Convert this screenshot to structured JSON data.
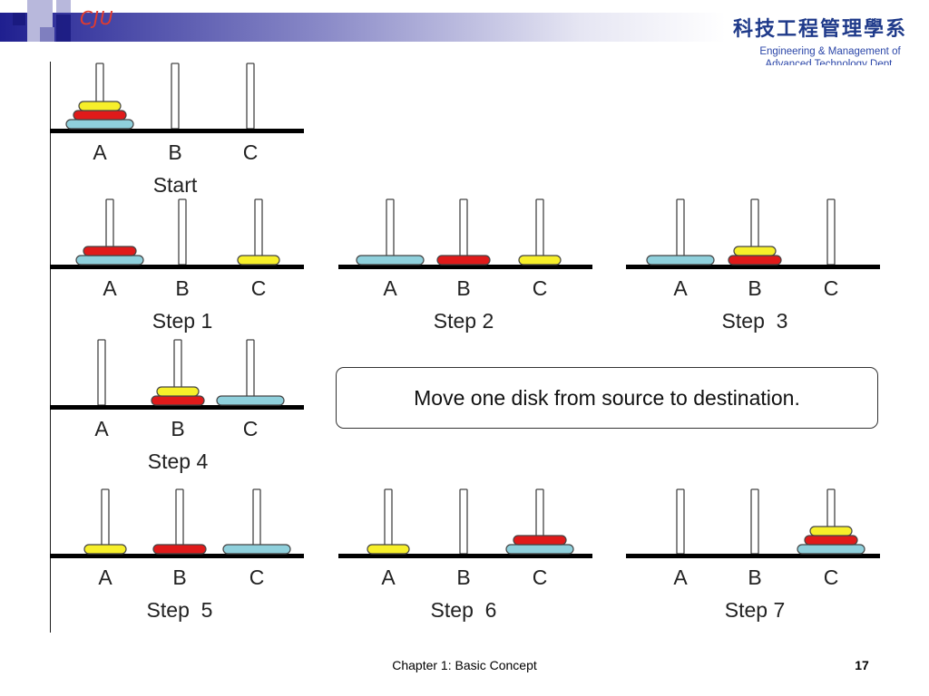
{
  "header": {
    "logo_text": "CJU",
    "dept_cn": "科技工程管理學系",
    "dept_en_line1": "Engineering & Management of",
    "dept_en_line2": "Advanced Technology Dept."
  },
  "callout": "Move one disk from source to destination.",
  "footer": {
    "chapter": "Chapter 1: Basic Concept",
    "page": "17"
  },
  "peg_names": [
    "A",
    "B",
    "C"
  ],
  "colors": {
    "yellow": "#f7ef2a",
    "red": "#e01a1a",
    "blue": "#8fd0dc",
    "outline": "#444444",
    "base": "#000000",
    "peg": "#ffffff"
  },
  "disks": {
    "small": "yellow",
    "medium": "red",
    "large": "blue"
  },
  "panels": [
    {
      "label": "Start",
      "pegs": {
        "A": [
          "large",
          "medium",
          "small"
        ],
        "B": [],
        "C": []
      }
    },
    {
      "label": "Step 1",
      "pegs": {
        "A": [
          "large",
          "medium"
        ],
        "B": [],
        "C": [
          "small"
        ]
      }
    },
    {
      "label": "Step 2",
      "pegs": {
        "A": [
          "large"
        ],
        "B": [
          "medium"
        ],
        "C": [
          "small"
        ]
      }
    },
    {
      "label": "Step  3",
      "pegs": {
        "A": [
          "large"
        ],
        "B": [
          "medium",
          "small"
        ],
        "C": []
      }
    },
    {
      "label": "Step 4",
      "pegs": {
        "A": [],
        "B": [
          "medium",
          "small"
        ],
        "C": [
          "large"
        ]
      }
    },
    {
      "label": "Step  5",
      "pegs": {
        "A": [
          "small"
        ],
        "B": [
          "medium"
        ],
        "C": [
          "large"
        ]
      }
    },
    {
      "label": "Step  6",
      "pegs": {
        "A": [
          "small"
        ],
        "B": [],
        "C": [
          "large",
          "medium"
        ]
      }
    },
    {
      "label": "Step 7",
      "pegs": {
        "A": [],
        "B": [],
        "C": [
          "large",
          "medium",
          "small"
        ]
      }
    }
  ]
}
